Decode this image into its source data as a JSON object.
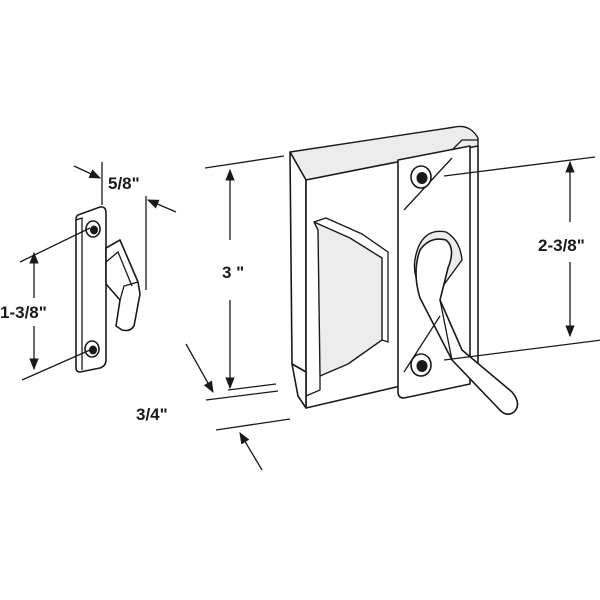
{
  "dimensions": {
    "strike_width": "5/8\"",
    "strike_hole_spacing": "1-3/8\"",
    "latch_height": "3 \"",
    "latch_hole_spacing": "2-3/8\"",
    "latch_depth": "3/4\""
  }
}
